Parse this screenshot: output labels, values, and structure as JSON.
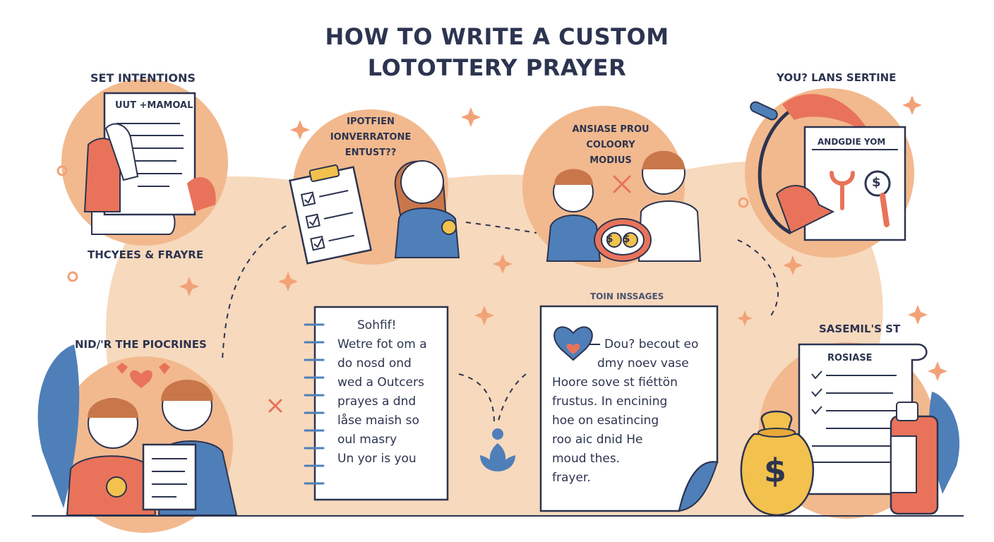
{
  "title": {
    "line1": "HOW TO WRITE A CUSTOM",
    "line2": "LOTOTTERY PRAYER"
  },
  "steps": {
    "set_intentions": {
      "heading": "SET INTENTIONS",
      "doc_label": "UUT +MAMOAL",
      "caption": "THCYEES & FRAYRE"
    },
    "step_two": {
      "lines": [
        "IPOTFIEN",
        "IONVERRATONE",
        "ENTUST??"
      ]
    },
    "step_three": {
      "lines": [
        "ANSIASE PROU",
        "COLOORY",
        "MODIUS"
      ]
    },
    "step_four": {
      "heading": "YOU? LANS SERTINE",
      "card_label": "ANDGDIE YOM"
    },
    "step_five": {
      "heading": "NID/'R THE PIOCRINES"
    },
    "step_six": {
      "label": "TOIN INSSAGES"
    },
    "step_seven": {
      "heading": "SASEMIL'S ST",
      "list_label": "ROSIASE"
    }
  },
  "notebook": {
    "title": "Sohfif!",
    "lines": [
      "Wetre fot om a",
      "do  nosd  ond",
      "wed a  Outcers",
      "prayes  a  dnd",
      "låse  maish  so",
      "oul  masry",
      "Un  yor  is  you"
    ]
  },
  "paper": {
    "lines": [
      "Dou?  becout  eo",
      "dmy  noev  vase",
      "Hoore  sove  st  fiéttön",
      "frustus.   In  encining",
      "hoe  on  esatincing",
      "roo  aic  dnid  He",
      "moud  thes.",
      "frayer."
    ]
  },
  "icons": {
    "coin_symbol": "$"
  },
  "colors": {
    "peach": "#f6d6b8",
    "peach_deep": "#f2b98e",
    "coral": "#e8735a",
    "blue": "#4f7fb8",
    "navy": "#2c3450",
    "gold": "#f2c14e"
  }
}
